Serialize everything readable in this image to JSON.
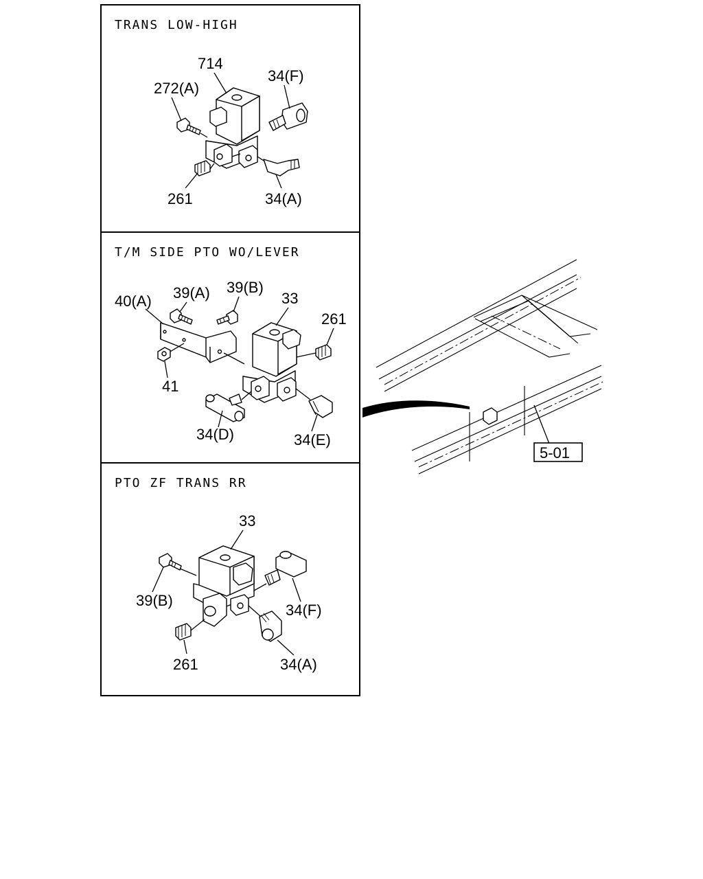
{
  "panels": [
    {
      "title": "TRANS LOW-HIGH",
      "callouts": [
        "714",
        "272(A)",
        "34(F)",
        "261",
        "34(A)"
      ]
    },
    {
      "title": "T/M SIDE PTO WO/LEVER",
      "callouts": [
        "40(A)",
        "39(A)",
        "39(B)",
        "33",
        "261",
        "41",
        "34(D)",
        "34(E)"
      ]
    },
    {
      "title": "PTO ZF TRANS RR",
      "callouts": [
        "33",
        "39(B)",
        "34(F)",
        "261",
        "34(A)"
      ]
    }
  ],
  "frame_view": {
    "reference_label": "5-01"
  }
}
